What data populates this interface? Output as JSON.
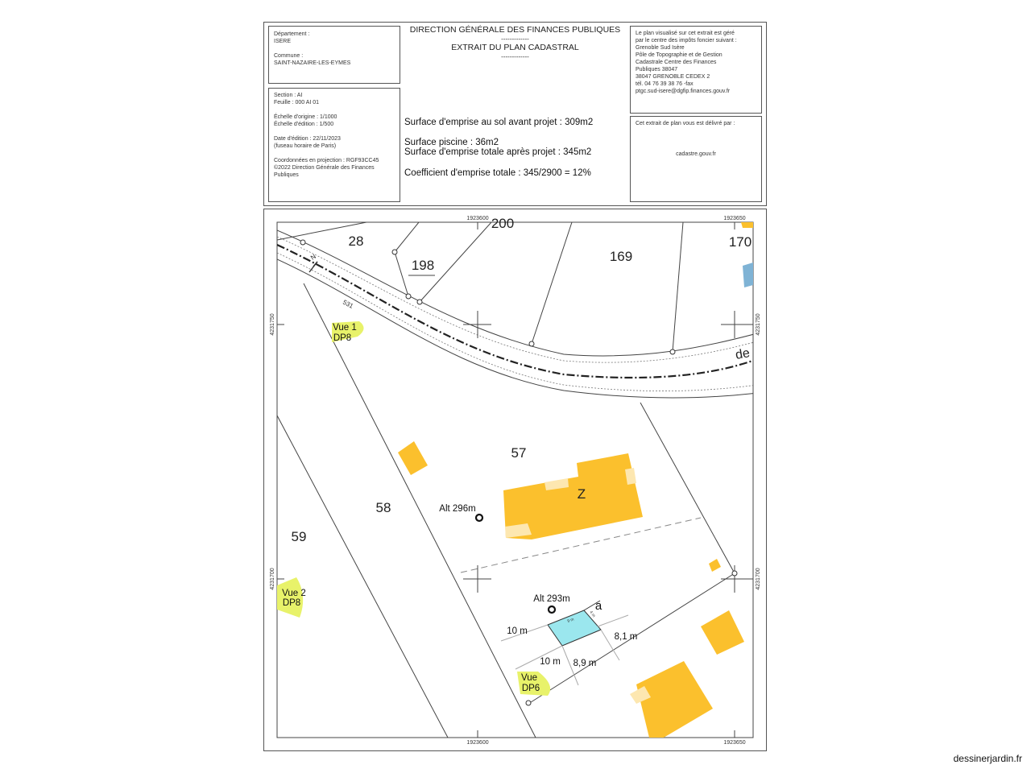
{
  "header": {
    "left_top": {
      "departement_label": "Département :",
      "departement_value": "ISERE",
      "commune_label": "Commune :",
      "commune_value": "SAINT-NAZAIRE-LES-EYMES"
    },
    "left_bottom": {
      "section": "Section : AI",
      "feuille": "Feuille : 000 AI 01",
      "echelle_origine": "Échelle d'origine : 1/1000",
      "echelle_edition": "Échelle d'édition : 1/500",
      "date_edition": "Date d'édition : 22/11/2023",
      "fuseau": "(fuseau horaire de Paris)",
      "coordonnees": "Coordonnées en projection : RGF93CC45",
      "copyright_1": "©2022 Direction Générale des Finances",
      "copyright_2": "Publiques"
    },
    "center": {
      "title": "DIRECTION GÉNÉRALE DES FINANCES PUBLIQUES",
      "separator": "-------------",
      "subtitle": "EXTRAIT DU PLAN CADASTRAL",
      "separator2": "-------------"
    },
    "notes": {
      "surface_avant": "Surface d'emprise au sol avant projet : 309m2",
      "surface_piscine": "Surface piscine : 36m2",
      "surface_totale": "Surface d'emprise totale après projet : 345m2",
      "coefficient": "Coefficient d'emprise totale : 345/2900 = 12%"
    },
    "right_top": {
      "line1": "Le plan visualisé sur cet extrait est géré",
      "line2": "par le centre des impôts foncier suivant :",
      "line3": "Grenoble Sud Isère",
      "line4": "Pôle de Topographie et de Gestion",
      "line5": "Cadastrale Centre des Finances",
      "line6": "Publiques 38047",
      "line7": "38047 GRENOBLE CEDEX 2",
      "line8": "tél. 04 76 39 38 76 -fax",
      "line9": "ptgc.sud-isere@dgfip.finances.gouv.fr"
    },
    "right_bottom": {
      "line1": "Cet extrait de plan vous est délivré par :",
      "line2": "cadastre.gouv.fr"
    }
  },
  "map": {
    "coords": {
      "top_left": "1923600",
      "top_right": "1923650",
      "bottom_left": "1923600",
      "bottom_right": "1923650",
      "left_upper": "4231750",
      "left_lower": "4231700",
      "right_upper": "4231750",
      "right_lower": "4231700"
    },
    "parcels": {
      "p28": "28",
      "p198": "198",
      "p169": "169",
      "p170": "170",
      "p200": "200",
      "p57": "57",
      "p58": "58",
      "p59": "59"
    },
    "road_label": "531",
    "road_label_right": "de",
    "north": "N",
    "building_label": "Z",
    "alt1": "Alt 296m",
    "alt2": "Alt 293m",
    "pool_label": "a",
    "pool_dim1": "9 m",
    "pool_dim2": "4 m",
    "dims": {
      "d1": "10 m",
      "d2": "10 m",
      "d3": "8,1 m",
      "d4": "8,9 m"
    },
    "views": {
      "v1_line1": "Vue 1",
      "v1_line2": "DP8",
      "v2_line1": "Vue 2",
      "v2_line2": "DP8",
      "v3_line1": "Vue",
      "v3_line2": "DP6"
    },
    "colors": {
      "building": "#fbc02d",
      "building_light": "#fde7b0",
      "pool": "#9be7ee",
      "view": "#e8f26a",
      "blue_building": "#7fb3d5"
    }
  },
  "watermark": "dessinerjardin.fr"
}
